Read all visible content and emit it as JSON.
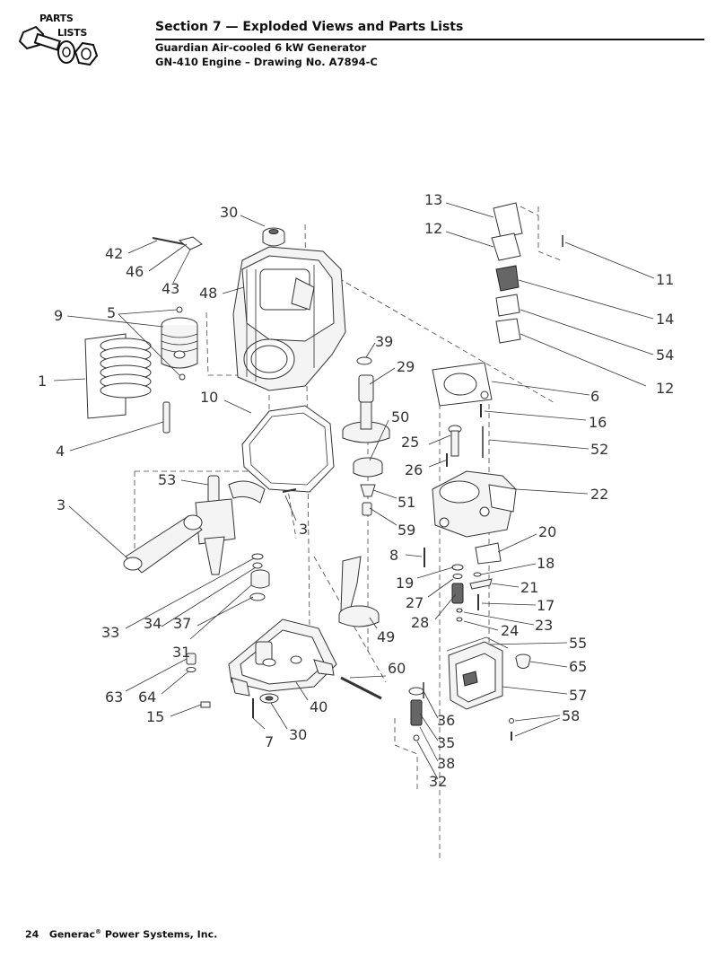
{
  "header": {
    "logo_top": "PARTS",
    "logo_bottom": "LISTS",
    "section_title": "Section 7 — Exploded Views and Parts Lists",
    "subtitle_1": "Guardian Air-cooled 6 kW Generator",
    "subtitle_2": "GN-410 Engine – Drawing No. A7894-C"
  },
  "footer": {
    "page_number": "24",
    "company": "Generac",
    "company_suffix": "Power Systems, Inc."
  },
  "callouts": {
    "c30a": "30",
    "c42": "42",
    "c46": "46",
    "c43": "43",
    "c48": "48",
    "c9": "9",
    "c5": "5",
    "c1": "1",
    "c10": "10",
    "c4": "4",
    "c53": "53",
    "c3a": "3",
    "c3b": "3",
    "c33": "33",
    "c34": "34",
    "c37": "37",
    "c31": "31",
    "c63": "63",
    "c64": "64",
    "c15": "15",
    "c7": "7",
    "c30b": "30",
    "c40": "40",
    "c60": "60",
    "c49": "49",
    "c39": "39",
    "c29": "29",
    "c50": "50",
    "c51": "51",
    "c59": "59",
    "c8": "8",
    "c19": "19",
    "c27": "27",
    "c28": "28",
    "c25": "25",
    "c26": "26",
    "c36": "36",
    "c35": "35",
    "c38": "38",
    "c32": "32",
    "c13": "13",
    "c12a": "12",
    "c11": "11",
    "c14": "14",
    "c54": "54",
    "c12b": "12",
    "c6": "6",
    "c16": "16",
    "c52": "52",
    "c22": "22",
    "c20": "20",
    "c18": "18",
    "c21": "21",
    "c17": "17",
    "c23": "23",
    "c24": "24",
    "c55": "55",
    "c65": "65",
    "c57": "57",
    "c58": "58"
  }
}
